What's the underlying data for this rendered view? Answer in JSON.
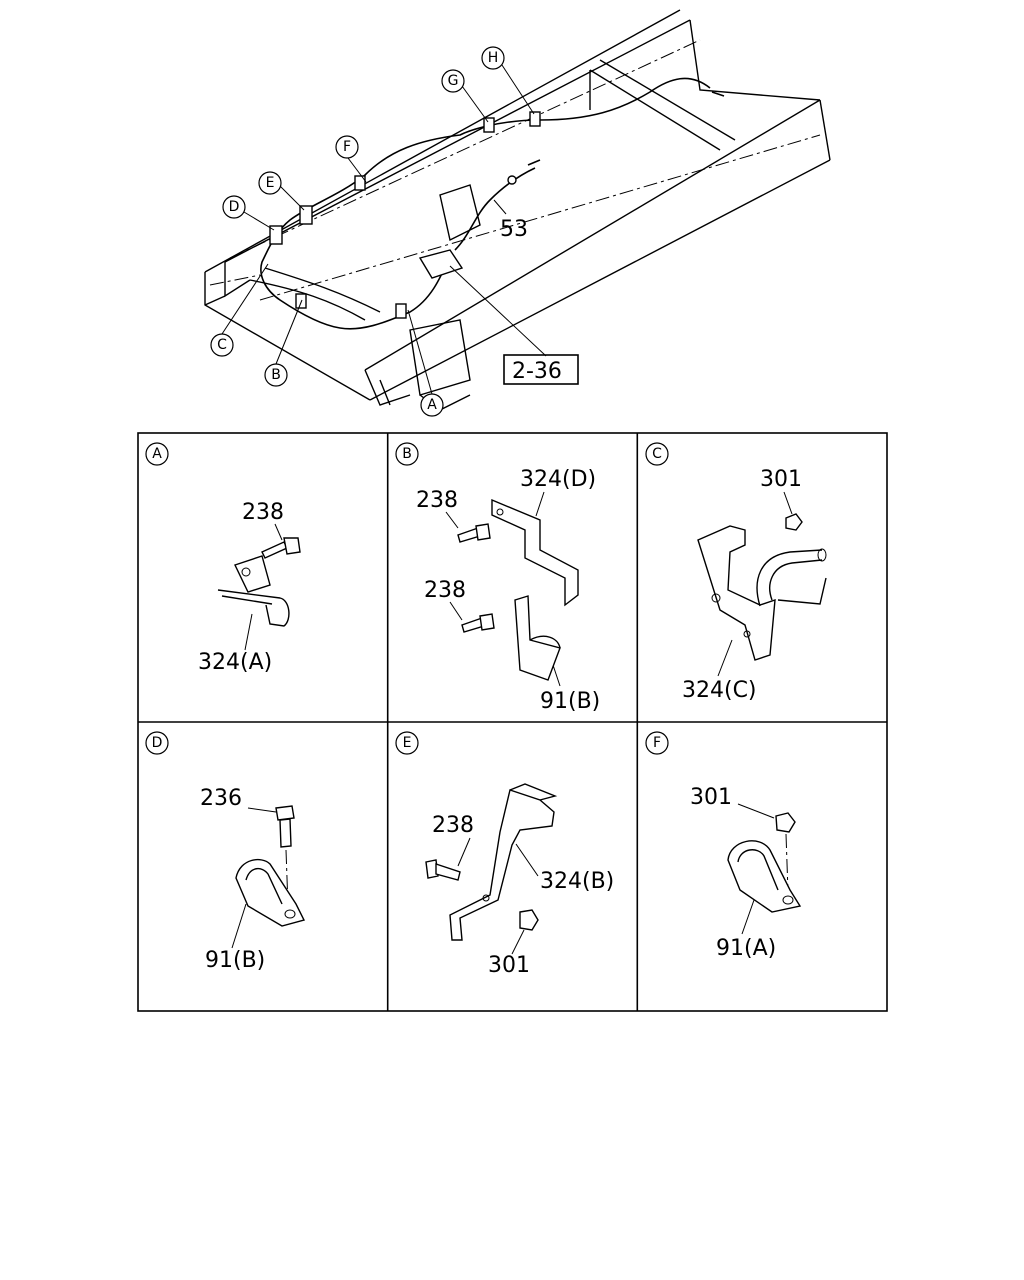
{
  "overview": {
    "callouts": [
      "A",
      "B",
      "C",
      "D",
      "E",
      "F",
      "G",
      "H"
    ],
    "part_53": "53",
    "ref_box": "2-36"
  },
  "panels": {
    "A": {
      "letter": "A",
      "labels": [
        "238",
        "324(A)"
      ]
    },
    "B": {
      "letter": "B",
      "labels": [
        "324(D)",
        "238",
        "238",
        "91(B)"
      ]
    },
    "C": {
      "letter": "C",
      "labels": [
        "301",
        "324(C)"
      ]
    },
    "D": {
      "letter": "D",
      "labels": [
        "236",
        "91(B)"
      ]
    },
    "E": {
      "letter": "E",
      "labels": [
        "238",
        "324(B)",
        "301"
      ]
    },
    "F": {
      "letter": "F",
      "labels": [
        "301",
        "91(A)"
      ]
    }
  }
}
